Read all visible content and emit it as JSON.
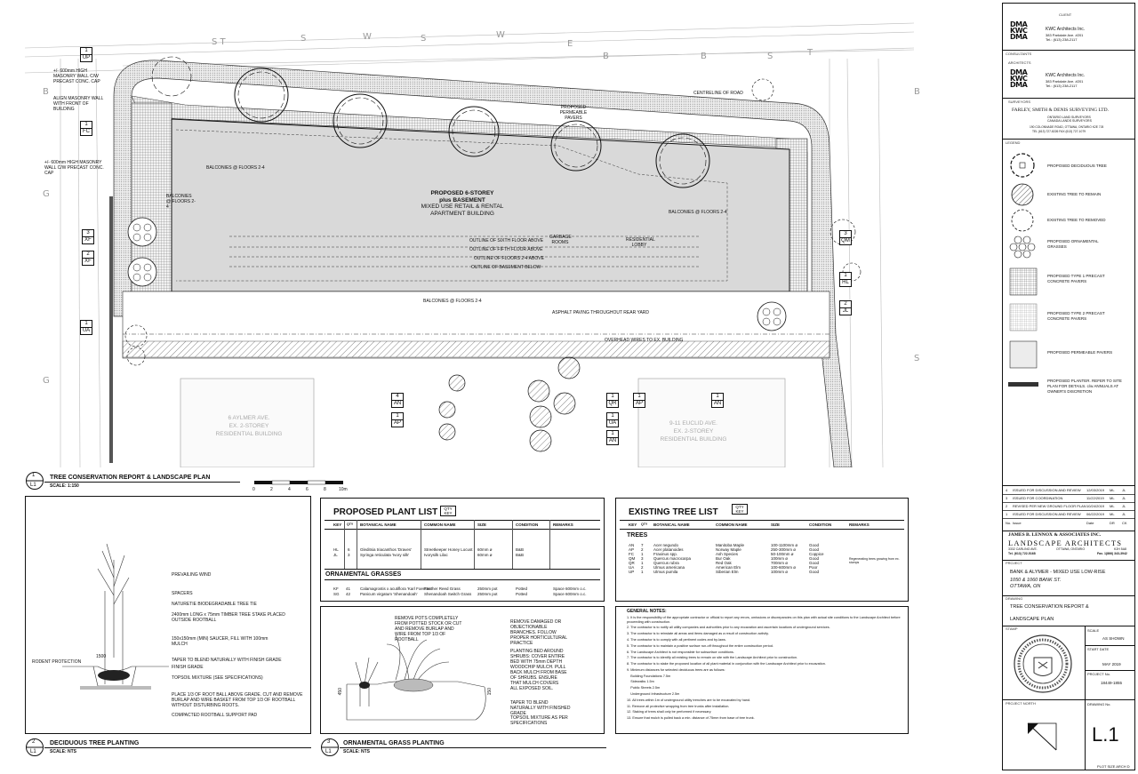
{
  "plan": {
    "building_title_1": "PROPOSED 6-STOREY",
    "building_title_2": "plus BASEMENT",
    "building_title_3": "MIXED USE RETAIL & RENTAL",
    "building_title_4": "APARTMENT BUILDING",
    "permeable_label": "PROPOSED PERMEABLE PAVERS",
    "outline_sixth": "OUTLINE OF SIXTH FLOOR ABOVE",
    "outline_fifth": "OUTLINE OF FIFTH FLOOR ABOVE",
    "outline_floors": "OUTLINE OF FLOORS 2-4 ABOVE",
    "outline_basement": "OUTLINE OF BASEMENT BELOW",
    "balconies_top": "BALCONIES @ FLOORS 2-4",
    "balconies_left": "BALCONIES @ FLOORS 2-4",
    "balconies_right": "BALCONIES @ FLOORS 2-4",
    "balconies_bottom": "BALCONIES @ FLOORS 2-4",
    "garbage": "GARBAGE ROOMS",
    "residential_lobby": "RESIDENTIAL LOBBY",
    "asphalt": "ASPHALT PAVING THROUGHOUT REAR YARD",
    "overhead_wires": "OVERHEAD WIRES TO EX. BUILDING",
    "wall_note_1": "+/- 600mm HIGH MASONRY WALL C/W PRECAST CONC. CAP",
    "wall_note_2": "+/- 600mm HIGH MASONRY WALL C/W PRECAST CONC. CAP",
    "wall_note_3": "ALIGN MASONRY WALL WITH FRONT OF BUILDING",
    "building_left_1": "6 AYLMER AVE.",
    "building_left_2": "EX. 2-STOREY",
    "building_left_3": "RESIDENTIAL BUILDING",
    "building_right_1": "9-11 EUCLID AVE.",
    "building_right_2": "EX. 2-STOREY",
    "building_right_3": "RESIDENTIAL BUILDING",
    "centreline": "CENTRELINE OF ROAD"
  },
  "tags": [
    {
      "n": "1",
      "k": "UP"
    },
    {
      "n": "1",
      "k": "FC"
    },
    {
      "n": "3",
      "k": "XF"
    },
    {
      "n": "2",
      "k": "XF"
    },
    {
      "n": "1",
      "k": "UA"
    },
    {
      "n": "4",
      "k": "AN"
    },
    {
      "n": "1",
      "k": "AP"
    },
    {
      "n": "1",
      "k": "QR"
    },
    {
      "n": "1",
      "k": "AP"
    },
    {
      "n": "1",
      "k": "AN"
    },
    {
      "n": "1",
      "k": "UA"
    },
    {
      "n": "1",
      "k": "AN"
    },
    {
      "n": "3",
      "k": "QM"
    },
    {
      "n": "1",
      "k": "HL"
    },
    {
      "n": "2",
      "k": "JL"
    }
  ],
  "section1": {
    "num": "1",
    "sheet": "L1",
    "title": "TREE CONSERVATION REPORT & LANDSCAPE PLAN",
    "scale": "SCALE: 1:150"
  },
  "scalebar": {
    "ticks": [
      "0",
      "2",
      "4",
      "6",
      "8",
      "10m"
    ]
  },
  "section2": {
    "num": "2",
    "sheet": "L1",
    "title": "DECIDUOUS TREE PLANTING",
    "scale": "SCALE: NTS"
  },
  "section3": {
    "num": "3",
    "sheet": "L1",
    "title": "ORNAMENTAL GRASS PLANTING",
    "scale": "SCALE: NTS"
  },
  "detail2": {
    "notes": [
      "PREVAILING WIND",
      "SPACERS",
      "NATURETIE BIODEGRADABLE TREE TIE",
      "2400mm LONG x 75mm TIMBER TREE STAKE PLACED OUTSIDE ROOTBALL",
      "150x150mm (MIN) SAUCER, FILL WITH 100mm MULCH",
      "TAPER TO BLEND NATURALLY WITH FINISH GRADE",
      "FINISH GRADE",
      "TOPSOIL MIXTURE (SEE SPECIFICATIONS)",
      "PLACE 1/3 OF ROOT BALL ABOVE GRADE. CUT AND REMOVE BURLAP AND WIRE BASKET FROM TOP 1/3 OF ROOTBALL WITHOUT DISTURBING ROOTS.",
      "COMPACTED ROOTBALL SUPPORT PAD"
    ],
    "rodent": "RODENT PROTECTION",
    "dim": "1500"
  },
  "detail3": {
    "notes_left": [
      "REMOVE POTS COMPLETELY FROM POTTED STOCK OR CUT AND REMOVE BURLAP AND WIRE FROM TOP 1/3 OF ROOTBALL"
    ],
    "notes_right": [
      "REMOVE DAMAGED OR OBJECTIONABLE BRANCHES. FOLLOW PROPER HORTICULTURAL PRACTICE",
      "PLANTING BED AROUND SHRUBS: COVER ENTIRE BED WITH 75mm DEPTH WOODCHIP MULCH. PULL BACK MULCH FROM BASE OF SHRUBS. ENSURE THAT MULCH COVERS ALL EXPOSED SOIL.",
      "TAPER TO BLEND NATURALLY WITH FINISHED GRADE",
      "TOPSOIL MIXTURE AS PER SPECIFICATIONS"
    ],
    "dim1": "450",
    "dim2": "150"
  },
  "proposed": {
    "title": "PROPOSED PLANT LIST",
    "qty_key": "QTY KEY",
    "headers": [
      "KEY",
      "QTY",
      "BOTANICAL NAME",
      "COMMON NAME",
      "SIZE",
      "CONDITION",
      "REMARKS"
    ],
    "trees": [
      [
        "HL",
        "6",
        "Gleditsia triacanthos 'Draves'",
        "Streetkeeper Honey Locust",
        "60mm ø",
        "B&B",
        ""
      ],
      [
        "JL",
        "3",
        "Syringa reticulata 'Ivory silk'",
        "Ivorysilk Lilac",
        "60mm ø",
        "B&B",
        ""
      ]
    ],
    "grasses_title": "ORNAMENTAL GRASSES",
    "grasses": [
      [
        "KF",
        "41",
        "Calamagrostis x acutiflora 'Karl Foerster'",
        "Feather Reed Grass",
        "250mm pot",
        "Potted",
        "Space 600mm o.c."
      ],
      [
        "SG",
        "42",
        "Panicum virgatum 'Shenandoah'",
        "Shenandoah Switch Grass",
        "250mm pot",
        "Potted",
        "Space 600mm o.c."
      ]
    ]
  },
  "existing": {
    "title": "EXISTING TREE LIST",
    "qty_key": "QTY KEY",
    "headers": [
      "KEY",
      "QTY",
      "BOTANICAL NAME",
      "COMMON NAME",
      "SIZE",
      "CONDITION",
      "REMARKS"
    ],
    "trees_title": "TREES",
    "rows": [
      [
        "AN",
        "7",
        "Acer negundo",
        "Manitoba Maple",
        "100-1100mm ø",
        "Good"
      ],
      [
        "AP",
        "2",
        "Acer platanoides",
        "Norway Maple",
        "250-300mm ø",
        "Good"
      ],
      [
        "FC",
        "1",
        "Fraxinus spp.",
        "Ash Species",
        "50-100mm ø",
        "Coppice"
      ],
      [
        "QM",
        "3",
        "Quercus macrocarpa",
        "Bur Oak",
        "100mm ø",
        "Good"
      ],
      [
        "QR",
        "1",
        "Quercus rubra",
        "Red Oak",
        "700mm ø",
        "Good"
      ],
      [
        "UA",
        "2",
        "Ulmus americana",
        "American Elm",
        "100-600mm ø",
        "Poor"
      ],
      [
        "UP",
        "1",
        "Ulmus pumila",
        "Siberian Elm",
        "100mm ø",
        "Good"
      ]
    ],
    "remark": "Regenerating trees growing from ex. stumps"
  },
  "general_notes": {
    "title": "GENERAL NOTES:",
    "items": [
      "1. It is the responsibility of the appropriate contractor or official to report any errors, omissions or discrepancies on this plan with actual site conditions to the Landscape Architect before proceeding with construction.",
      "2. The contractor is to notify all utility companies and authorities prior to any excavation and ascertain locations of underground services.",
      "3. The contractor is to reinstate all areas and items damaged as a result of construction activity.",
      "4. The contractor is to comply with all pertinent codes and by-laws.",
      "5. The contractor is to maintain a positive surface run-off throughout the entire construction period.",
      "6. The Landscape Architect is not responsible for subsurface conditions.",
      "7. The contractor is to identify all existing trees to remain on site with the Landscape Architect prior to construction.",
      "8. The contractor is to stake the proposed location of all plant material in conjunction with the Landscape Architect prior to excavation.",
      "9. Minimum distances for selected deciduous trees are as follows:",
      "    Building Foundations 7.5m",
      "    Sidewalks 1.5m",
      "    Public Streets 2.5m",
      "    Underground Infrastructure 2.5m",
      "10. All trees within 1m of underground utility trenches are to be excavated by hand.",
      "11. Remove all protective wrapping from tree trunks after installation.",
      "12. Staking of trees shall only be performed if necessary.",
      "13. Ensure that mulch is pulled back a min. distance of 75mm from base of tree trunk."
    ]
  },
  "titleblock": {
    "client_lbl": "CLIENT",
    "client_name": "KWC Architects Inc.",
    "client_addr": "383 Parkdale Ave. #201",
    "client_tel": "Tel.: (613) 238-2117",
    "consultants_lbl": "CONSULTANTS",
    "architects_lbl": "ARCHITECTS",
    "arch_name": "KWC Architects Inc.",
    "arch_addr": "383 Parkdale Ave. #201",
    "arch_tel": "Tel.: (613) 238-2117",
    "surveyors_lbl": "SURVEYORS",
    "surveyor_name": "FARLEY, SMITH & DENIS SURVEYING LTD.",
    "surveyor_sub1": "ONTARIO LAND SURVEYORS",
    "surveyor_sub2": "CANADA LANDS SURVEYORS",
    "surveyor_addr": "190 COLONNADE ROAD, OTTAWA, ONTARIO K2E 7J5",
    "surveyor_tel": "TEL (613) 727-8226 FAX (613) 727-1079",
    "legend_lbl": "LEGEND",
    "legend": [
      "PROPOSED DECIDUOUS TREE",
      "EXISTING TREE TO REMAIN",
      "EXISTING TREE TO REMOVED",
      "PROPOSED ORNAMENTAL GRASSES",
      "PROPOSED TYPE 1 PRECAST CONCRETE PAVERS",
      "PROPOSED TYPE 2 PRECAST CONCRETE PAVERS",
      "PROPOSED PERMEABLE PAVERS",
      "PROPOSED PLANTER. REFER TO SITE PLAN FOR DETAILS. c/w ANNUALS AT OWNER'S DISCRETION"
    ],
    "revisions": [
      [
        "4",
        "ISSUED FOR DISCUSSION AND REVIEW",
        "12/03/2019",
        "ML",
        "JL"
      ],
      [
        "3",
        "ISSUED FOR COORDINATION",
        "11/22/2019",
        "ML",
        "JL"
      ],
      [
        "2",
        "REVISED PER NEW GROUND FLOOR PLAN",
        "10/24/2019",
        "ML",
        "JL"
      ],
      [
        "1",
        "ISSUED FOR DISCUSSION AND REVIEW",
        "06/22/2019",
        "ML",
        "JL"
      ]
    ],
    "rev_hdr": [
      "No.",
      "Issue",
      "Date",
      "DR",
      "CK"
    ],
    "la_name": "JAMES B. LENNOX & ASSOCIATES INC.",
    "la_sub": "LANDSCAPE ARCHITECTS",
    "la_addr1": "3332 CARLING AVE.",
    "la_addr2": "OTTAWA, ONTARIO",
    "la_addr3": "K2H 5A8",
    "la_tel": "Tel. (613) 722-5168",
    "la_fax": "Fax. 1(866) 343-3942",
    "project_lbl": "PROJECT",
    "project_1": "BANK & ALYMER - MIXED USE LOW-RISE",
    "project_2": "1050 & 1060 BANK ST.",
    "project_3": "OTTAWA, ON",
    "drawing_lbl": "DRAWING",
    "drawing_1": "TREE CONSERVATION REPORT &",
    "drawing_2": "LANDSCAPE PLAN",
    "stamp_lbl": "STAMP",
    "scale_lbl": "SCALE",
    "scale_val": "AS SHOWN",
    "start_lbl": "START DATE",
    "start_val": "MAY 2019",
    "projno_lbl": "PROJECT No.",
    "projno_val": "18449-1855",
    "north_lbl": "PROJECT NORTH",
    "drawno_lbl": "DRAWING No.",
    "drawno_val": "L.1",
    "plot_lbl": "PLOT SIZE ARCH D"
  }
}
